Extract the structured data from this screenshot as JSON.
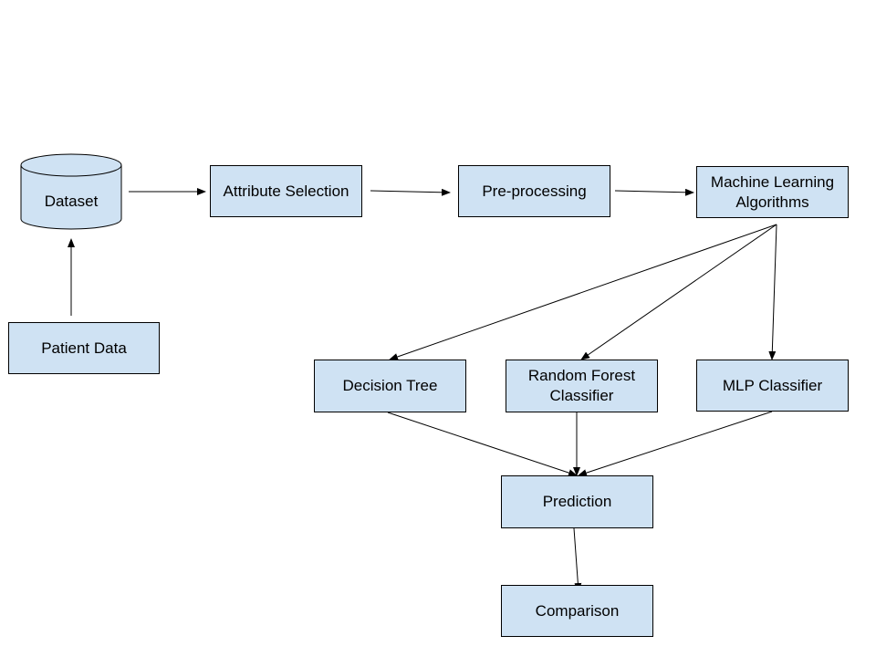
{
  "nodes": {
    "dataset": "Dataset",
    "attribute_selection": "Attribute Selection",
    "preprocessing": "Pre-processing",
    "ml_algorithms": "Machine Learning\nAlgorithms",
    "patient_data": "Patient Data",
    "decision_tree": "Decision Tree",
    "random_forest": "Random Forest\nClassifier",
    "mlp_classifier": "MLP Classifier",
    "prediction": "Prediction",
    "comparison": "Comparison"
  },
  "colors": {
    "node_fill": "#cfe2f3",
    "stroke": "#000000"
  }
}
